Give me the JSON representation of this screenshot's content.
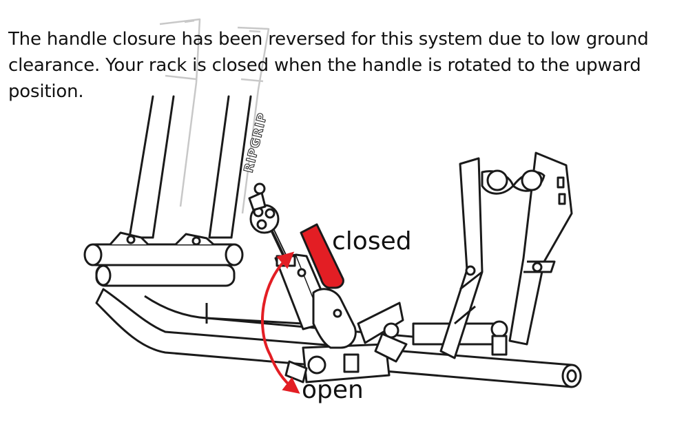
{
  "caption": "The handle closure has been reversed for this system due to low ground clearance. Your rack is closed when the handle is rotated to the upward position.",
  "labels": {
    "closed": "closed",
    "open": "open"
  },
  "logo_text": "RIPGRIP",
  "colors": {
    "handle": "#e31e24",
    "arrow": "#e31e24",
    "line": "#1a1a1a",
    "faded": "#c8c8c8"
  }
}
